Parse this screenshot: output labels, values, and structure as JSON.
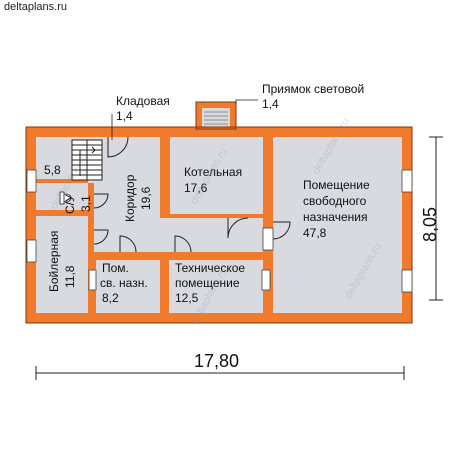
{
  "site": "deltaplans.ru",
  "watermark": "deltaplans.ru",
  "colors": {
    "wall": "#f07b2c",
    "room": "#d9d9e0",
    "line": "#222222",
    "window": "#ffffff"
  },
  "rooms": {
    "kotelnaya": {
      "name": "Котельная",
      "area": "17,6"
    },
    "pomeshchenie": {
      "name_1": "Помещение",
      "name_2": "свободного",
      "name_3": "назначения",
      "area": "47,8"
    },
    "koridor": {
      "name": "Коридор",
      "area": "19,6"
    },
    "su": {
      "name": "С/У",
      "area": "3,1"
    },
    "stair": {
      "area": "5,8"
    },
    "boilernaya": {
      "name": "Бойлерная",
      "area": "11,8"
    },
    "pom_sv": {
      "name_1": "Пом.",
      "name_2": "св. назн.",
      "area": "8,2"
    },
    "tekhnicheskoe": {
      "name_1": "Техническое",
      "name_2": "помещение",
      "area": "12,5"
    }
  },
  "callouts": {
    "kladovaya": {
      "name": "Кладовая",
      "area": "1,4"
    },
    "priyamok": {
      "name": "Приямок световой",
      "area": "1,4"
    }
  },
  "dimensions": {
    "width": "17,80",
    "depth": "8,05"
  }
}
